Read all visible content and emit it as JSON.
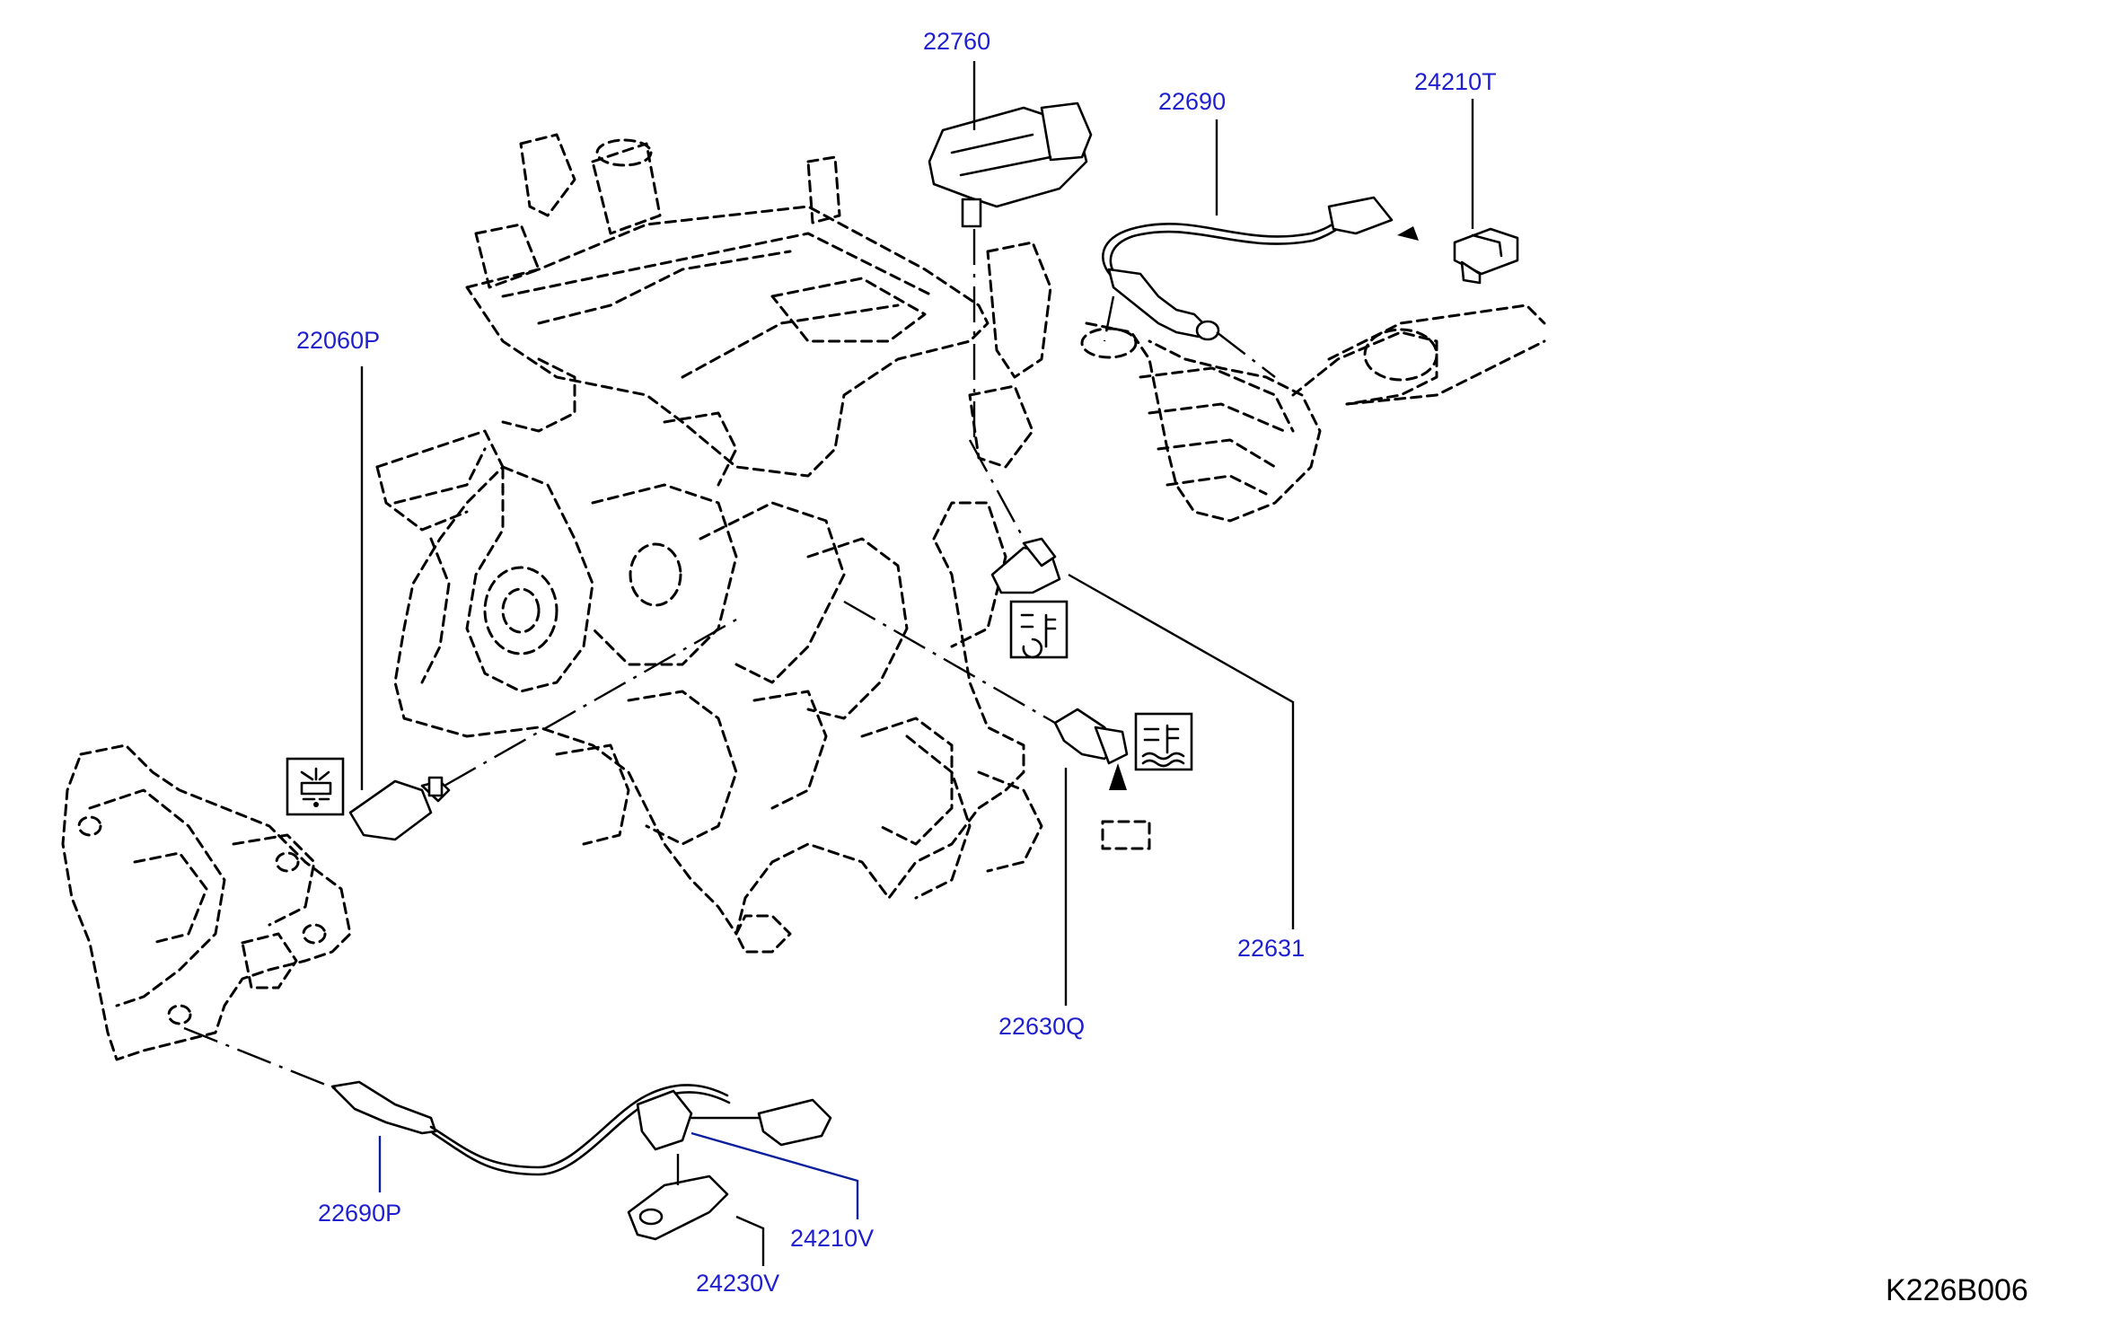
{
  "callouts": {
    "c22760": "22760",
    "c22690": "22690",
    "c24210T": "24210T",
    "c22060P": "22060P",
    "c22631": "22631",
    "c22630Q": "22630Q",
    "c22690P": "22690P",
    "c24210V": "24210V",
    "c24230V": "24230V"
  },
  "diagram_code": "K226B006",
  "colors": {
    "callout_text": "#1f1fcf",
    "leader_blue": "#0b1f9c",
    "line_art": "#000000"
  },
  "icons": [
    "knock-sensor-symbol-icon",
    "oil-pressure-symbol-icon",
    "coolant-temperature-symbol-icon"
  ]
}
